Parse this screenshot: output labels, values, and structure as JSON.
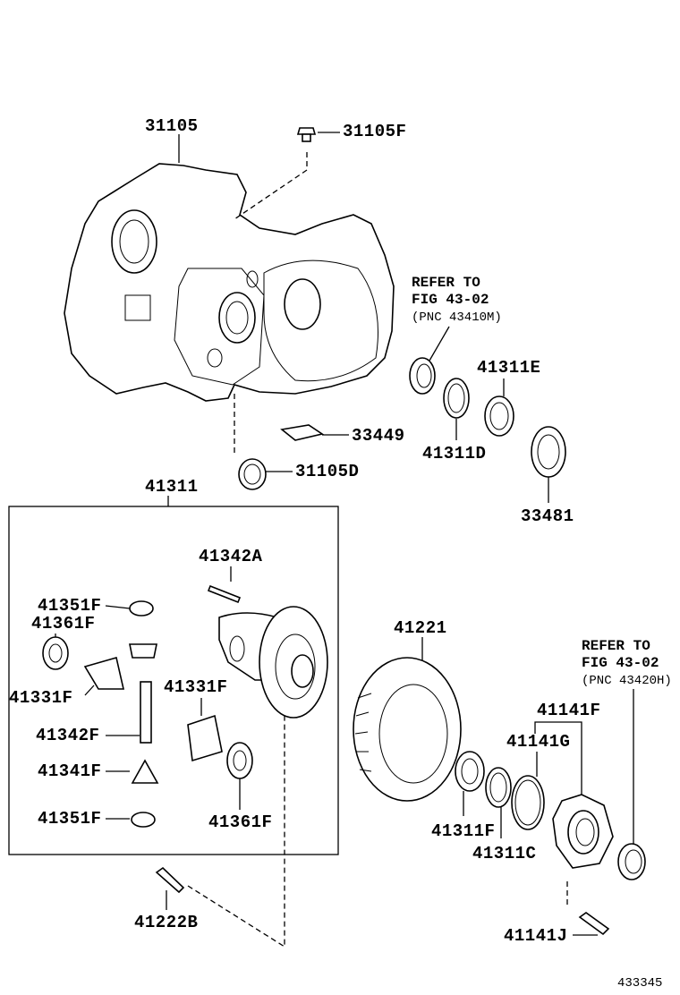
{
  "diagram": {
    "labels": {
      "p31105": "31105",
      "p31105F": "31105F",
      "p41311E": "41311E",
      "p33449": "33449",
      "p41311D": "41311D",
      "p31105D": "31105D",
      "p33481": "33481",
      "p41311": "41311",
      "p41342A": "41342A",
      "p41351F_top": "41351F",
      "p41361F_left": "41361F",
      "p41331F_left": "41331F",
      "p41331F_right": "41331F",
      "p41342F": "41342F",
      "p41341F": "41341F",
      "p41351F_bottom": "41351F",
      "p41361F_right": "41361F",
      "p41221": "41221",
      "p41141F": "41141F",
      "p41141G": "41141G",
      "p41311F": "41311F",
      "p41311C": "41311C",
      "p41222B": "41222B",
      "p41141J": "41141J"
    },
    "ref1": {
      "line1": "REFER TO",
      "line2": "FIG 43-02",
      "line3": "(PNC 43410M)"
    },
    "ref2": {
      "line1": "REFER TO",
      "line2": "FIG 43-02",
      "line3": "(PNC 43420H)"
    },
    "figure_id": "433345"
  }
}
